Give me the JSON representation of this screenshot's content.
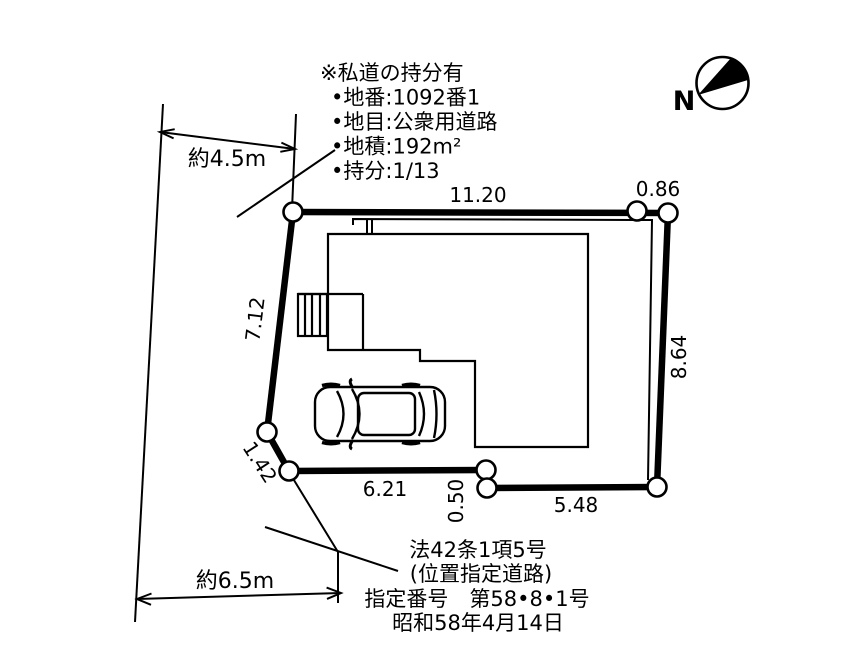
{
  "colors": {
    "ink": "#000000",
    "paper": "#ffffff"
  },
  "compass": {
    "north_label": "N"
  },
  "notes": {
    "lines": [
      "※私道の持分有",
      "•地番:1092番1",
      "•地目:公衆用道路",
      "•地積:192m²",
      "•持分:1/13"
    ]
  },
  "measurements": {
    "top": "11.20",
    "top_right": "0.86",
    "right": "8.64",
    "left": "7.12",
    "left_lower": "1.42",
    "bottom_left": "6.21",
    "bottom_jog": "0.50",
    "bottom_right": "5.48"
  },
  "road": {
    "upper_width": "約4.5m",
    "lower_width": "約6.5m"
  },
  "designation": {
    "line1": "法42条1項5号",
    "line2": "(位置指定道路)",
    "line3": "指定番号　第58•8•1号",
    "line4": "昭和58年4月14日"
  }
}
